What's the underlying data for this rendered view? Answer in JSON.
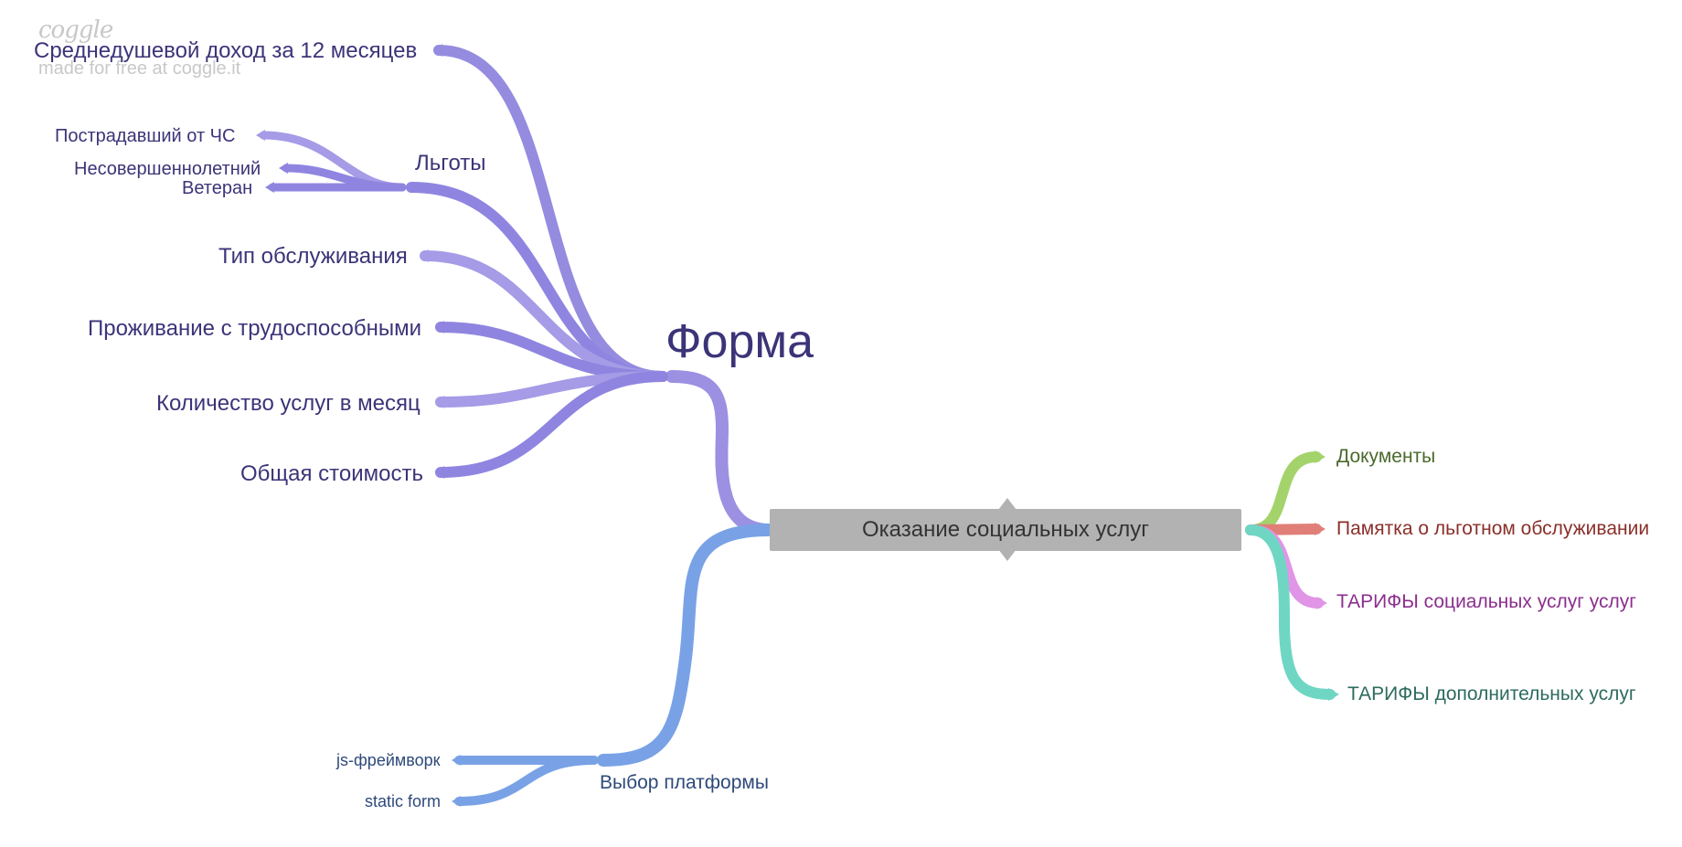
{
  "watermark": {
    "logo": "coggle",
    "text": "made for free at coggle.it"
  },
  "central": {
    "label": "Оказание социальных услуг"
  },
  "forma": {
    "label": "Форма",
    "income": "Среднедушевой доход за 12 месяцев",
    "benefits": {
      "label": "Льготы",
      "items": [
        "Пострадавший от ЧС",
        "Несовершеннолетний",
        "Ветеран"
      ]
    },
    "service_type": "Тип обслуживания",
    "living": "Проживание с трудоспособными",
    "services_count": "Количество услуг в месяц",
    "total_cost": "Общая стоимость"
  },
  "platform": {
    "label": "Выбор платформы",
    "items": [
      "js-фреймворк",
      "static form"
    ]
  },
  "right": {
    "documents": "Документы",
    "memo": "Памятка о льготном обслуживании",
    "tariffs_social": "ТАРИФЫ социальных услуг услуг",
    "tariffs_extra": "ТАРИФЫ дополнительных услуг"
  },
  "colors": {
    "purple": "#8f85e0",
    "purple_light": "#a59be6",
    "blue": "#79a2e6",
    "green": "#a3d36a",
    "red": "#e07f78",
    "pink": "#e095e6",
    "teal": "#6fd6c4",
    "central_box": "#b2b2b2",
    "text_purple": "#3b3478",
    "text_blue": "#2e4a7a",
    "text_green": "#4a6a2c",
    "text_red": "#8a2f2a",
    "text_pink": "#8b2f8e",
    "text_teal": "#2d6b5e"
  }
}
